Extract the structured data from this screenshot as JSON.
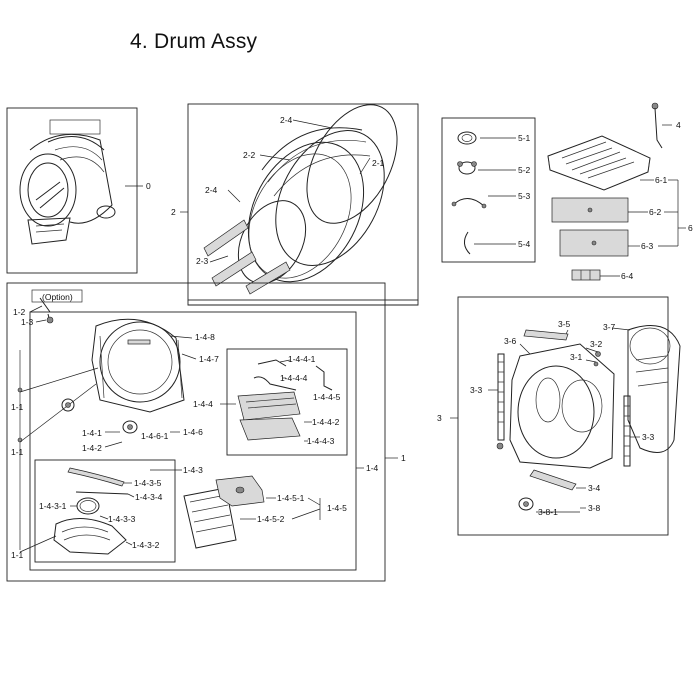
{
  "title": "4. Drum Assy",
  "labels": {
    "l0": "0",
    "l2": "2",
    "l2_1": "2-1",
    "l2_2": "2-2",
    "l2_3": "2-3",
    "l2_4a": "2-4",
    "l2_4b": "2-4",
    "l1": "1",
    "l1_1a": "1-1",
    "l1_1b": "1-1",
    "l1_1c": "1-1",
    "l1_2": "1-2",
    "l1_3": "1-3",
    "option": "(Option)",
    "l1_4": "1-4",
    "l1_4_1": "1-4-1",
    "l1_4_2": "1-4-2",
    "l1_4_3": "1-4-3",
    "l1_4_3_1": "1-4-3-1",
    "l1_4_3_2": "1-4-3-2",
    "l1_4_3_3": "1-4-3-3",
    "l1_4_3_4": "1-4-3-4",
    "l1_4_3_5": "1-4-3-5",
    "l1_4_4": "1-4-4",
    "l1_4_4_1": "1-4-4-1",
    "l1_4_4_2": "1-4-4-2",
    "l1_4_4_3": "1-4-4-3",
    "l1_4_4_4": "1-4-4-4",
    "l1_4_4_5": "1-4-4-5",
    "l1_4_5": "1-4-5",
    "l1_4_5_1": "1-4-5-1",
    "l1_4_5_2": "1-4-5-2",
    "l1_4_6": "1-4-6",
    "l1_4_6_1": "1-4-6-1",
    "l1_4_7": "1-4-7",
    "l1_4_8": "1-4-8",
    "l3": "3",
    "l3_1": "3-1",
    "l3_2": "3-2",
    "l3_3a": "3-3",
    "l3_3b": "3-3",
    "l3_4": "3-4",
    "l3_5": "3-5",
    "l3_6": "3-6",
    "l3_7": "3-7",
    "l3_8": "3-8",
    "l3_8_1": "3-8-1",
    "l4": "4",
    "l5_1": "5-1",
    "l5_2": "5-2",
    "l5_3": "5-3",
    "l5_4": "5-4",
    "l6": "6",
    "l6_1": "6-1",
    "l6_2": "6-2",
    "l6_3": "6-3",
    "l6_4": "6-4"
  }
}
